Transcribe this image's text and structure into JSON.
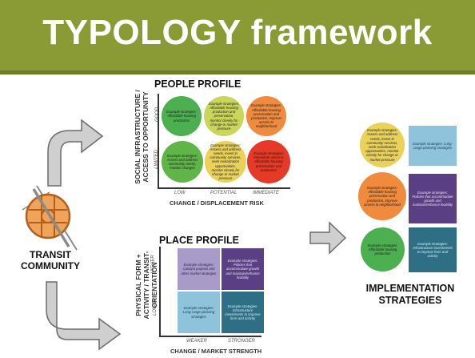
{
  "title": "TYPOLOGY framework",
  "people_profile": {
    "heading": "PEOPLE PROFILE",
    "y_axis": "SOCIAL INFRASTRUCTURE / ACCESS TO OPPORTUNITY",
    "y_high": "GOOD",
    "y_low": "LIMITED",
    "x_axis": "CHANGE / DISPLACEMENT RISK",
    "x_ticks": [
      "LOW",
      "POTENTIAL",
      "IMMEDIATE"
    ],
    "cells": [
      {
        "text": "Example strategies: Affordable housing production",
        "color": "#4caf50"
      },
      {
        "text": "Example strategies: Affordable housing production and preservation, monitor closely for change or market pressure",
        "color": "#c9d65a"
      },
      {
        "text": "Example strategies: Affordable housing preservation and production, improve access to neighborhood",
        "color": "#f08a3c"
      },
      {
        "text": "Example strategies: Assess and address community needs, monitor changes",
        "color": "#5fb548"
      },
      {
        "text": "Example strategies: Assess and address needs, invest in community services, seek revitalization opportunities, monitor closely for change or market pressure",
        "color": "#ead25a"
      },
      {
        "text": "Example strategies: Immediate action to affordable housing preservation and production",
        "color": "#e53a27"
      }
    ]
  },
  "place_profile": {
    "heading": "PLACE PROFILE",
    "y_axis": "PHYSICAL FORM + ACTIVITY / TRANSIT-ORIENTATION",
    "y_high": "HIGHER",
    "y_low": "LOWER",
    "x_axis": "CHANGE / MARKET STRENGTH",
    "x_ticks": [
      "WEAKER",
      "STRONGER"
    ],
    "cells": [
      {
        "text": "Example strategies: Catalyst projects and other market strategies",
        "color": "#a89bc9"
      },
      {
        "text": "Example strategies: Policies that accommodate growth and maintain/enhance livability",
        "color": "#5b3f84"
      },
      {
        "text": "Example strategies: Long-range planning strategies",
        "color": "#8fc3dc"
      },
      {
        "text": "Example strategies: Infrastructure investments to improve form and activity",
        "color": "#2e6f86"
      }
    ]
  },
  "transit_community": {
    "label_line1": "TRANSIT",
    "label_line2": "COMMUNITY"
  },
  "implementation": {
    "heading_line1": "IMPLEMENTATION",
    "heading_line2": "STRATEGIES",
    "rows": [
      {
        "circle_text": "Example strategies: Assess and address needs, invest in community services, seek revitalization opportunities, monitor closely for change or market pressure",
        "circle_color": "#ead25a",
        "box_text": "Example strategies: Long-range planning strategies",
        "box_color": "#8fc3dc"
      },
      {
        "circle_text": "Example strategies: Affordable housing preservation and production, improve access to neighborhood",
        "circle_color": "#f08a3c",
        "box_text": "Example strategies: Policies that accommodate growth and maintain/enhance livability",
        "box_color": "#5b3f84"
      },
      {
        "circle_text": "Example strategies: Affordable housing production",
        "circle_color": "#4caf50",
        "box_text": "Example strategies: Infrastructure investments to improve form and activity",
        "box_color": "#2e6f86"
      }
    ]
  },
  "colors": {
    "header": "#8a9a35",
    "arrow_fill": "#cfcfcf",
    "arrow_stroke": "#6b6b6b",
    "transit_orange": "#f0a35b"
  }
}
